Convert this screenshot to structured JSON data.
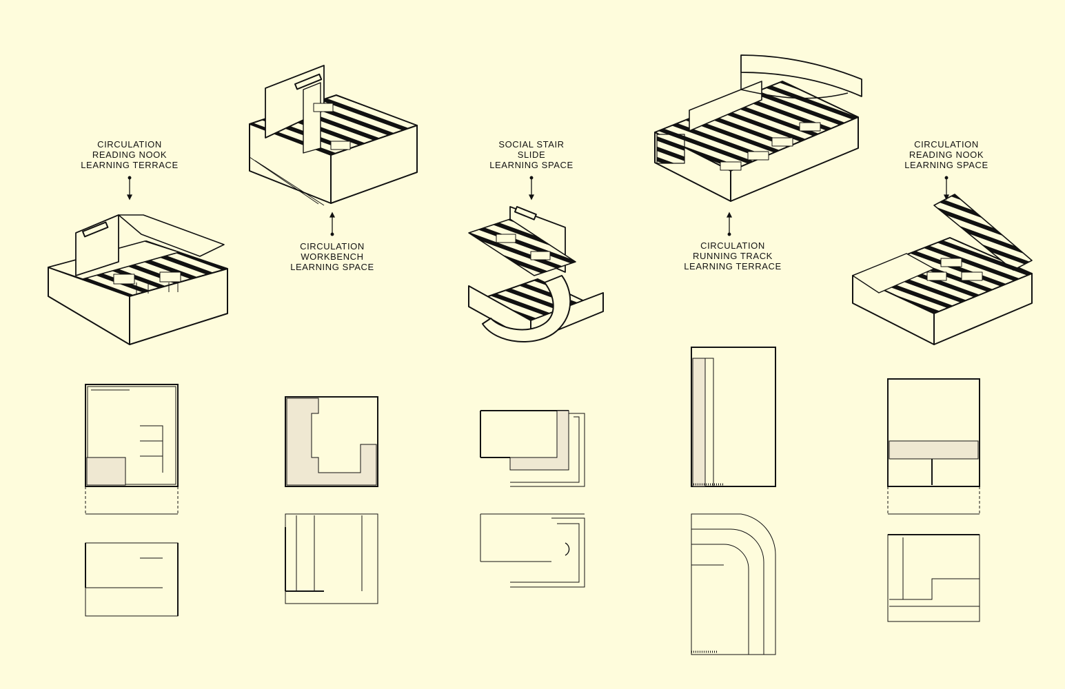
{
  "colors": {
    "background": "#fefcdc",
    "ink": "#111111",
    "fill": "#efe8d2"
  },
  "modules": [
    {
      "lines": [
        "CIRCULATION",
        "READING NOOK",
        "LEARNING TERRACE"
      ]
    },
    {
      "lines": [
        "CIRCULATION",
        "WORKBENCH",
        "LEARNING SPACE"
      ]
    },
    {
      "lines": [
        "SOCIAL STAIR",
        "SLIDE",
        "LEARNING SPACE"
      ]
    },
    {
      "lines": [
        "CIRCULATION",
        "RUNNING TRACK",
        "LEARNING TERRACE"
      ]
    },
    {
      "lines": [
        "CIRCULATION",
        "READING NOOK",
        "LEARNING SPACE"
      ]
    }
  ]
}
